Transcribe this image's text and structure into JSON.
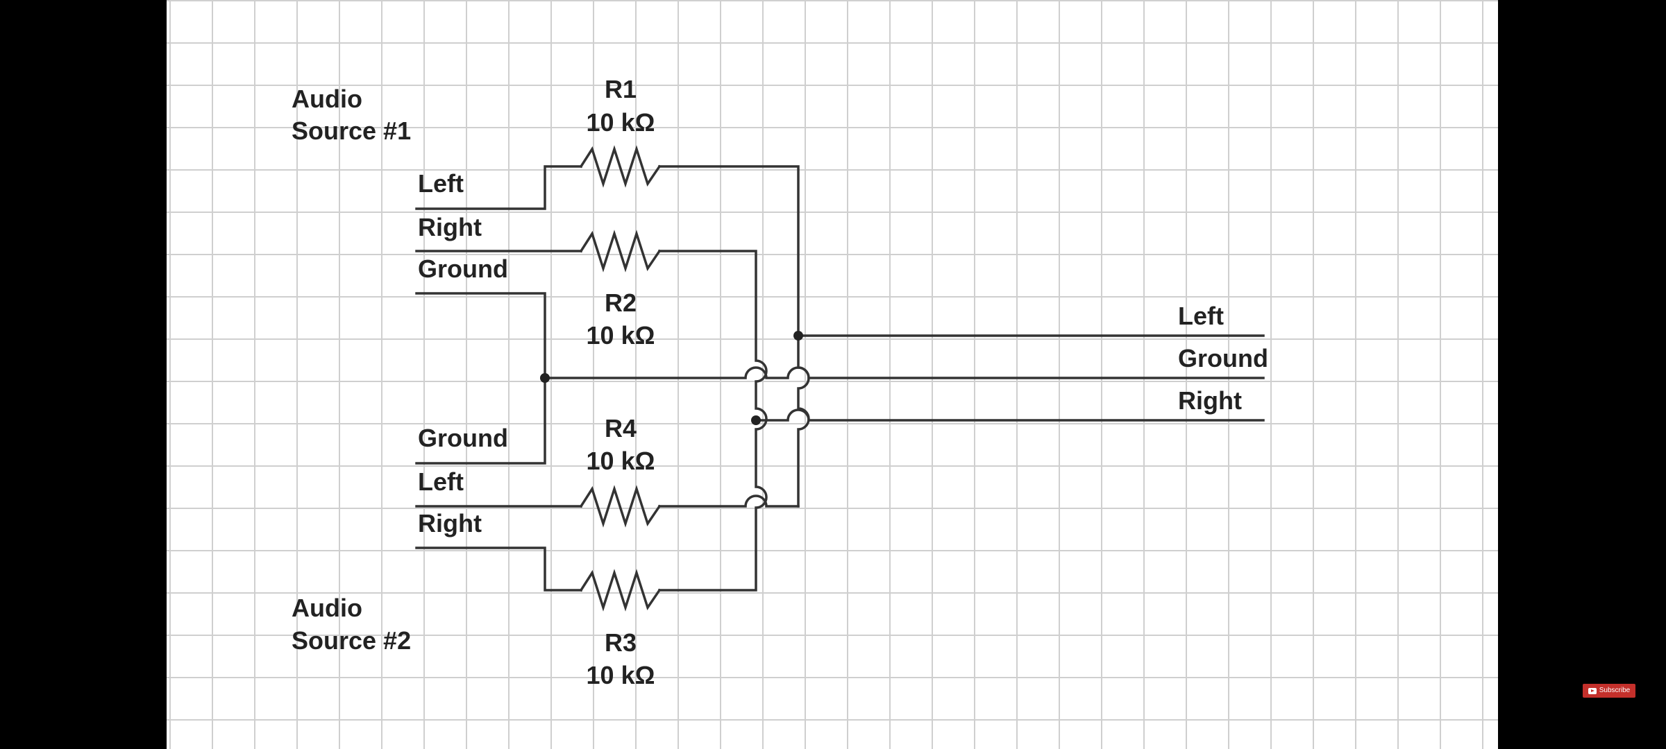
{
  "source1": {
    "title_line1": "Audio",
    "title_line2": "Source #1",
    "left": "Left",
    "right": "Right",
    "ground": "Ground"
  },
  "source2": {
    "title_line1": "Audio",
    "title_line2": "Source #2",
    "ground": "Ground",
    "left": "Left",
    "right": "Right"
  },
  "resistors": [
    {
      "name": "R1",
      "value": "10 kΩ"
    },
    {
      "name": "R2",
      "value": "10 kΩ"
    },
    {
      "name": "R3",
      "value": "10 kΩ"
    },
    {
      "name": "R4",
      "value": "10 kΩ"
    }
  ],
  "output": {
    "left": "Left",
    "ground": "Ground",
    "right": "Right"
  },
  "overlay": {
    "subscribe_label": "Subscribe",
    "subscribe_icon": "youtube-play-icon"
  },
  "colors": {
    "wire": "#333333",
    "grid": "#cfcfcf",
    "paper": "#ffffff",
    "subscribe": "#c4302b"
  }
}
